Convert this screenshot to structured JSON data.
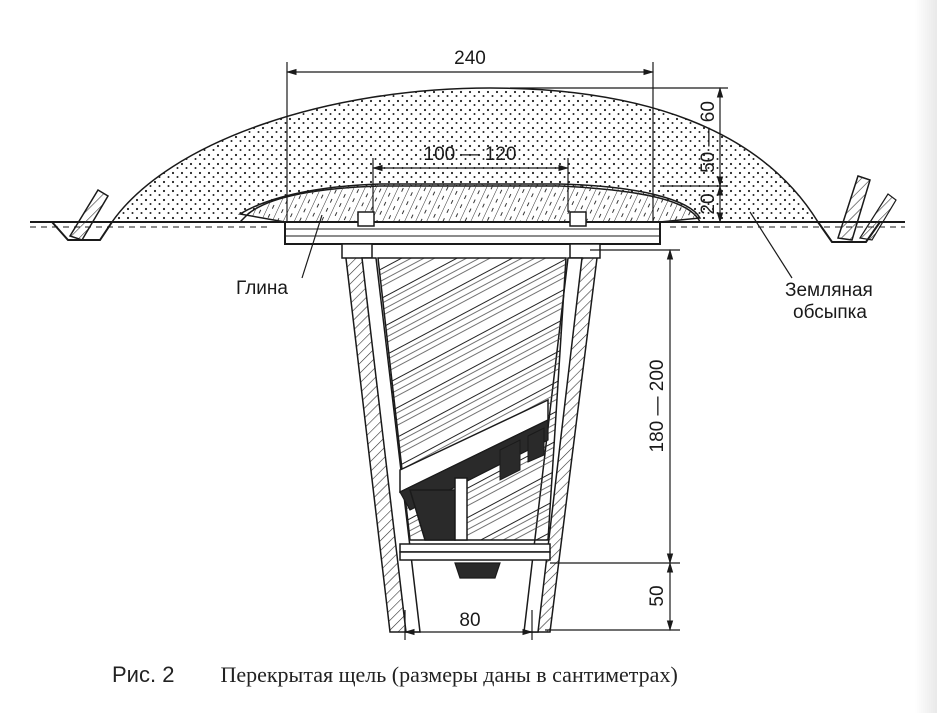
{
  "dimensions": {
    "top_width": "240",
    "roof_width": "100 — 120",
    "earth_cover": "50 — 60",
    "clay_layer": "20",
    "depth": "180 — 200",
    "drain_depth": "50",
    "bottom_width": "80"
  },
  "labels": {
    "clay": "Глина",
    "earth_fill_line1": "Земляная",
    "earth_fill_line2": "обсыпка"
  },
  "caption": {
    "number": "Рис. 2",
    "text": "Перекрытая щель (размеры даны в сантиметрах)"
  },
  "colors": {
    "ink": "#1a1a1a",
    "dark_fill": "#2a2a2a",
    "paper": "#ffffff"
  }
}
